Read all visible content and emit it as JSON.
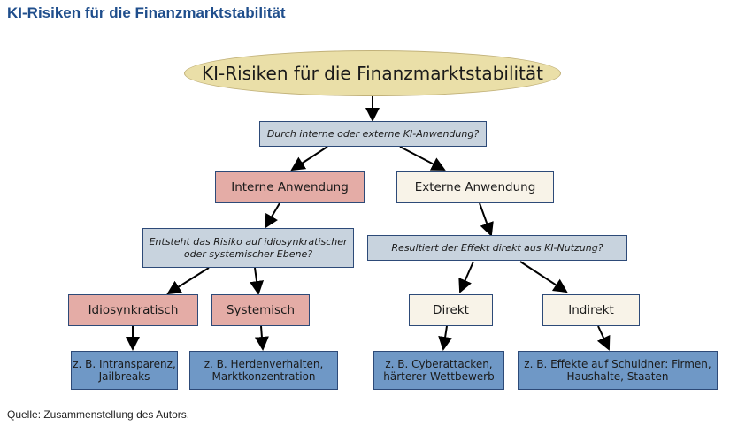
{
  "title": "KI-Risiken für die Finanzmarktstabilität",
  "diagram": {
    "root": "KI-Risiken für die Finanzmarktstabilität",
    "question_main": "Durch interne oder externe KI-Anwendung?",
    "internal": {
      "label": "Interne Anwendung",
      "question": "Entsteht das Risiko auf idiosynkratischer oder systemischer Ebene?",
      "branches": [
        {
          "label": "Idiosynkratisch",
          "example": "z. B. Intransparenz, Jailbreaks"
        },
        {
          "label": "Systemisch",
          "example": "z. B. Herdenverhalten, Marktkonzentration"
        }
      ]
    },
    "external": {
      "label": "Externe Anwendung",
      "question": "Resultiert der Effekt direkt aus KI-Nutzung?",
      "branches": [
        {
          "label": "Direkt",
          "example": "z. B. Cyberattacken, härterer Wettbewerb"
        },
        {
          "label": "Indirekt",
          "example": "z. B. Effekte auf Schuldner: Firmen, Haushalte, Staaten"
        }
      ]
    },
    "colors": {
      "question": "#c8d3de",
      "internal": "#e4aca6",
      "external": "#f8f3e8",
      "example": "#6f98c6",
      "root": "#eadfa8"
    }
  },
  "source": "Quelle: Zusammenstellung des Autors."
}
